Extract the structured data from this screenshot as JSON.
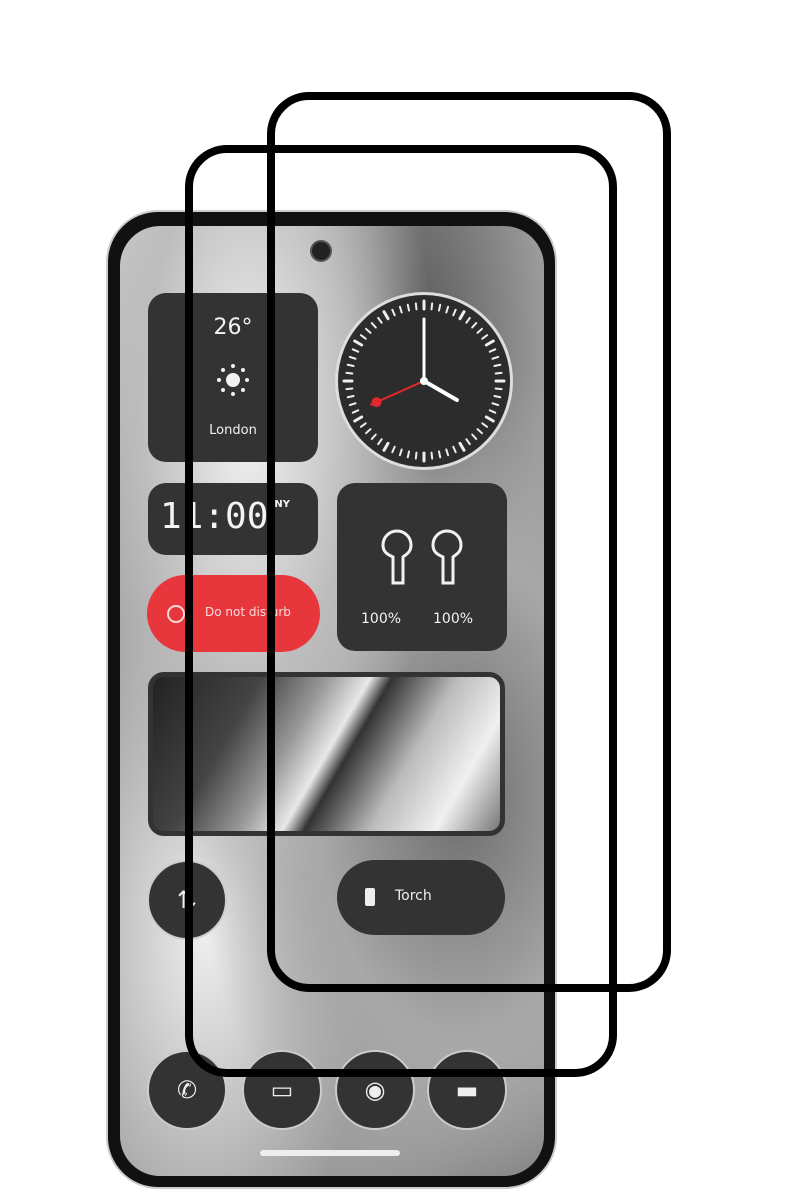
{
  "weather": {
    "temperature": "26°",
    "city": "London",
    "icon": "sun-icon"
  },
  "clock": {
    "hour": 4,
    "minute": 0,
    "second": 41,
    "second_hand_color": "#e2282d"
  },
  "world_clock": {
    "time": "11:00",
    "zone": "NY"
  },
  "earbuds": {
    "left_battery": "100%",
    "right_battery": "100%",
    "icon": "earbuds-icon"
  },
  "dnd": {
    "label": "Do not disturb",
    "color": "#e8363d",
    "icon": "minus-circle-icon"
  },
  "torch": {
    "label": "Torch",
    "icon": "flashlight-icon"
  },
  "quick_toggle": {
    "icon": "data-arrows-icon"
  },
  "dock": [
    {
      "icon": "phone-icon"
    },
    {
      "icon": "message-icon"
    },
    {
      "icon": "chrome-icon"
    },
    {
      "icon": "camera-icon"
    }
  ]
}
